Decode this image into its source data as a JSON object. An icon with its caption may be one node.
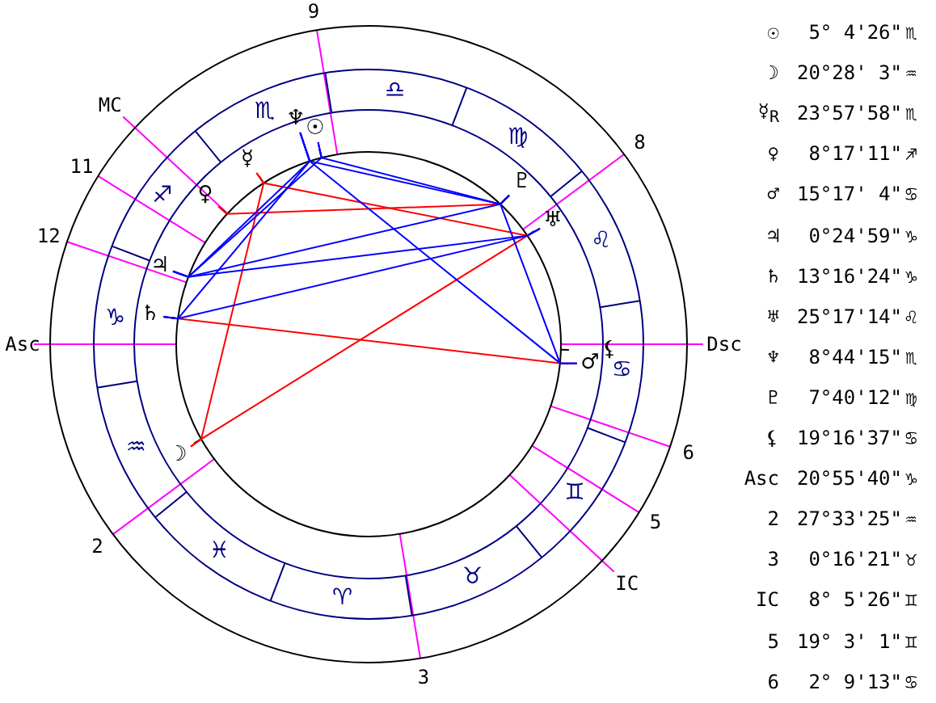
{
  "diagram": {
    "nodes": [
      {
        "text": [
          "♆"
        ]
      },
      {
        "text": [
          "☉"
        ]
      },
      {
        "text": [
          "☿"
        ]
      },
      {
        "text": [
          "♇"
        ]
      },
      {
        "text": [
          "♀"
        ]
      },
      {
        "text": [
          "♅"
        ]
      },
      {
        "text": [
          "♃"
        ]
      },
      {
        "text": [
          "♄"
        ]
      },
      {
        "text": [
          "⚸"
        ]
      },
      {
        "text": [
          "♂"
        ]
      },
      {
        "text": [
          "☽"
        ]
      }
    ],
    "edges": [
      {
        "from": 7,
        "to": 9,
        "arrow": "none",
        "color": "#ff0000"
      },
      {
        "from": 10,
        "to": 5,
        "arrow": "none",
        "color": "#ff0000"
      },
      {
        "from": 2,
        "to": 5,
        "arrow": "none",
        "color": "#ff0000"
      },
      {
        "from": 4,
        "to": 3,
        "arrow": "none",
        "color": "#ff0000"
      },
      {
        "from": 10,
        "to": 2,
        "arrow": "none",
        "color": "#ff0000"
      },
      {
        "from": 1,
        "to": 3,
        "arrow": "none"
      },
      {
        "from": 0,
        "to": 3,
        "arrow": "none"
      },
      {
        "from": 1,
        "to": 6,
        "arrow": "none"
      },
      {
        "from": 0,
        "to": 6,
        "arrow": "none"
      },
      {
        "from": 0,
        "to": 7,
        "arrow": "none"
      },
      {
        "from": 6,
        "to": 5,
        "arrow": "none"
      },
      {
        "from": 6,
        "to": 3,
        "arrow": "none"
      },
      {
        "from": 7,
        "to": 5,
        "arrow": "none"
      },
      {
        "from": 0,
        "to": 9,
        "arrow": "none"
      },
      {
        "from": 3,
        "to": 9,
        "arrow": "none"
      }
    ],
    "labels": [
      "Asc",
      "2",
      "3",
      "IC",
      "5",
      "6",
      "Dsc",
      "8",
      "9",
      "MC",
      "11",
      "12",
      "♈",
      "♉",
      "♊",
      "♋",
      "♌",
      "♍",
      "♎",
      "♏",
      "♐",
      "♑",
      "♒",
      "♓",
      "☉",
      "5° 4'26\"",
      "♏",
      "☽",
      "20°28' 3\"",
      "♒",
      "☿$_{R}$",
      "23°57'58\"",
      "♏",
      "♀",
      "8°17'11\"",
      "♐",
      "♂",
      "15°17' 4\"",
      "♋",
      "♃",
      "0°24'59\"",
      "♑",
      "♄",
      "13°16'24\"",
      "♑",
      "♅",
      "25°17'14\"",
      "♌",
      "♆",
      "8°44'15\"",
      "♏",
      "♇",
      "7°40'12\"",
      "♍",
      "⚸",
      "19°16'37\"",
      "♋",
      "Asc",
      "20°55'40\"",
      "♑",
      "2",
      "27°33'25\"",
      "♒",
      "3",
      "0°16'21\"",
      "♉",
      "IC",
      "8° 5'26\"",
      "♊",
      "5",
      "19° 3' 1\"",
      "♊",
      "6",
      "2° 9'13\"",
      "♋"
    ]
  }
}
